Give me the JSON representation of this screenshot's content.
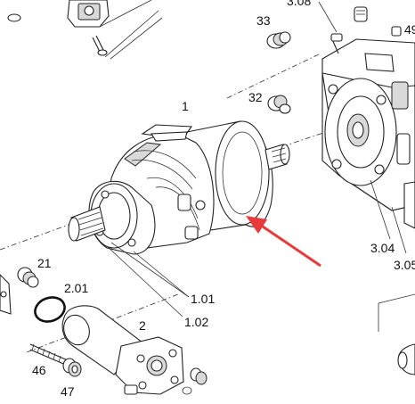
{
  "labels": {
    "l1": "1",
    "l101": "1.01",
    "l102": "1.02",
    "l2": "2",
    "l201": "2.01",
    "l21": "21",
    "l32": "32",
    "l33": "33",
    "l304": "3.04",
    "l305": "3.05",
    "l308": "3.08",
    "l46": "46",
    "l47": "47",
    "l49": "49"
  },
  "colors": {
    "arrow": "#e83a3a",
    "line": "#222222",
    "shade": "#d9d9d9"
  }
}
